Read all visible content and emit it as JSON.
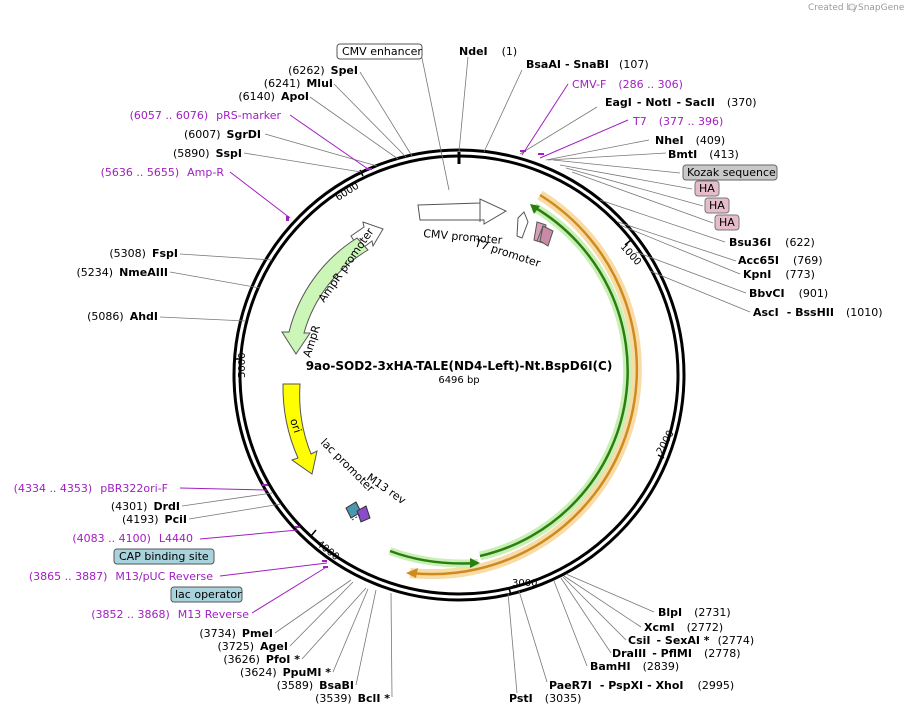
{
  "credit": {
    "text": "Created by",
    "brand": "SnapGene"
  },
  "plasmid": {
    "name": "9ao-SOD2-3xHA-TALE(ND4-Left)-Nt.BspD6I(C)",
    "length_label": "6496 bp",
    "length": 6496
  },
  "ticks": [
    "1000",
    "2000",
    "3000",
    "4000",
    "5000",
    "6000"
  ],
  "enzymes_right": [
    {
      "name": "NdeI",
      "pos": "(1)"
    },
    {
      "name": "BsaAI",
      "extra": "SnaBI",
      "pos": "(107)"
    },
    {
      "name": "EagI",
      "extra": "NotI",
      "extra2": "SacII",
      "pos": "(370)"
    },
    {
      "name": "NheI",
      "pos": "(409)"
    },
    {
      "name": "BmtI",
      "pos": "(413)"
    },
    {
      "name": "Bsu36I",
      "pos": "(622)"
    },
    {
      "name": "Acc65I",
      "pos": "(769)"
    },
    {
      "name": "KpnI",
      "pos": "(773)"
    },
    {
      "name": "BbvCI",
      "pos": "(901)"
    },
    {
      "name": "AscI",
      "extra": "BssHII",
      "pos": "(1010)"
    },
    {
      "name": "BlpI",
      "pos": "(2731)"
    },
    {
      "name": "XcmI",
      "pos": "(2772)"
    },
    {
      "name": "CsiI",
      "extra": "SexAI *",
      "pos": "(2774)"
    },
    {
      "name": "DraIII",
      "extra": "PflMI",
      "pos": "(2778)"
    },
    {
      "name": "BamHI",
      "pos": "(2839)"
    },
    {
      "name": "PaeR7I",
      "extra": "PspXI",
      "extra2": "XhoI",
      "pos": "(2995)"
    },
    {
      "name": "PstI",
      "pos": "(3035)"
    }
  ],
  "enzymes_left": [
    {
      "name": "SpeI",
      "pos": "(6262)"
    },
    {
      "name": "MluI",
      "pos": "(6241)"
    },
    {
      "name": "ApoI",
      "pos": "(6140)"
    },
    {
      "name": "SgrDI",
      "pos": "(6007)"
    },
    {
      "name": "SspI",
      "pos": "(5890)"
    },
    {
      "name": "FspI",
      "pos": "(5308)"
    },
    {
      "name": "NmeAIII",
      "pos": "(5234)"
    },
    {
      "name": "AhdI",
      "pos": "(5086)"
    },
    {
      "name": "DrdI",
      "pos": "(4301)"
    },
    {
      "name": "PciI",
      "pos": "(4193)"
    },
    {
      "name": "PmeI",
      "pos": "(3734)"
    },
    {
      "name": "AgeI",
      "pos": "(3725)"
    },
    {
      "name": "PfoI *",
      "pos": "(3626)"
    },
    {
      "name": "PpuMI *",
      "pos": "(3624)"
    },
    {
      "name": "BsaBI",
      "pos": "(3589)"
    },
    {
      "name": "BclI *",
      "pos": "(3539)"
    }
  ],
  "primers": [
    {
      "range": "(286 .. 306)",
      "name": "CMV-F"
    },
    {
      "range": "(377 .. 396)",
      "name": "T7"
    },
    {
      "range": "(6057 .. 6076)",
      "name": "pRS-marker"
    },
    {
      "range": "(5636 .. 5655)",
      "name": "Amp-R"
    },
    {
      "range": "(4334 .. 4353)",
      "name": "pBR322ori-F"
    },
    {
      "range": "(4083 .. 4100)",
      "name": "L4440"
    },
    {
      "range": "(3865 .. 3887)",
      "name": "M13/pUC Reverse"
    },
    {
      "range": "(3852 .. 3868)",
      "name": "M13 Reverse"
    }
  ],
  "boxed_features": [
    {
      "label": "CMV enhancer",
      "color": "#ffffff"
    },
    {
      "label": "Kozak sequence",
      "color": "#c8c8c8"
    },
    {
      "label": "HA",
      "color": "#e6bccb"
    },
    {
      "label": "HA",
      "color": "#e6bccb"
    },
    {
      "label": "HA",
      "color": "#e6bccb"
    },
    {
      "label": "CAP binding site",
      "color": "#a9d3dc"
    },
    {
      "label": "lac operator",
      "color": "#a9d3dc"
    }
  ],
  "feature_labels": {
    "cmv_promoter": "CMV promoter",
    "t7_promoter": "T7 promoter",
    "ampr_promoter": "AmpR promoter",
    "ampr": "AmpR",
    "ori": "ori",
    "lac_promoter": "lac promoter",
    "m13_rev": "M13 rev"
  },
  "colors": {
    "primer": "#a020c0",
    "ampr": "#ccf5b8",
    "ori": "#ffff00",
    "orange_orf": "#f0a030",
    "green_orf": "#2e8b2e"
  }
}
